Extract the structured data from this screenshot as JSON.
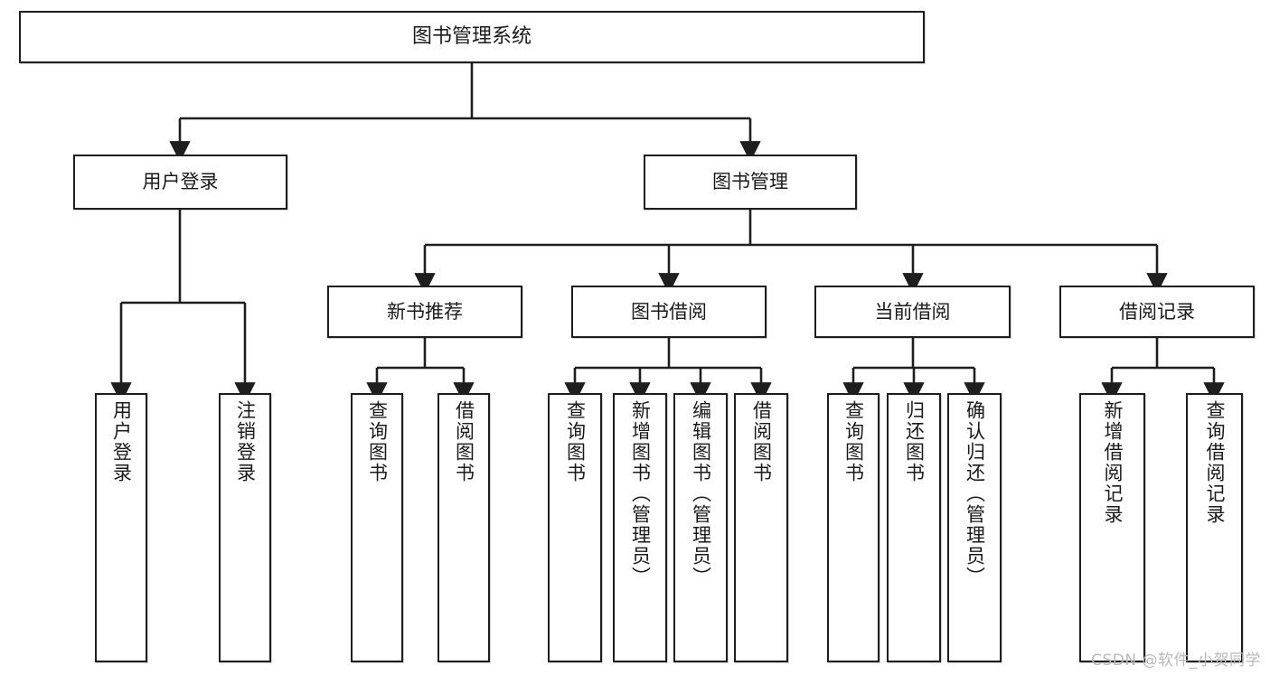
{
  "diagram": {
    "type": "tree-hierarchy-chart",
    "title": "图书管理系统",
    "watermark": "CSDN @软件_小贺同学",
    "colors": {
      "border": "#1e1e1e",
      "background": "#ffffff",
      "text": "#1a1a1a",
      "watermark": "#b9b9b9"
    },
    "nodes": {
      "root": {
        "label": "图书管理系统"
      },
      "level2": [
        {
          "id": "user-login",
          "label": "用户登录"
        },
        {
          "id": "book-manage",
          "label": "图书管理"
        }
      ],
      "level3": [
        {
          "id": "new-book-recommend",
          "label": "新书推荐"
        },
        {
          "id": "book-borrow",
          "label": "图书借阅"
        },
        {
          "id": "current-borrow",
          "label": "当前借阅"
        },
        {
          "id": "borrow-record",
          "label": "借阅记录"
        }
      ],
      "leaves": {
        "user-login": [
          {
            "id": "leaf-user-login",
            "label": "用户登录"
          },
          {
            "id": "leaf-logout",
            "label": "注销登录"
          }
        ],
        "new-book-recommend": [
          {
            "id": "leaf-query-book-1",
            "label": "查询图书"
          },
          {
            "id": "leaf-borrow-book-1",
            "label": "借阅图书"
          }
        ],
        "book-borrow": [
          {
            "id": "leaf-query-book-2",
            "label": "查询图书"
          },
          {
            "id": "leaf-add-book",
            "label": "新增图书（管理员）"
          },
          {
            "id": "leaf-edit-book",
            "label": "编辑图书（管理员）"
          },
          {
            "id": "leaf-borrow-book-2",
            "label": "借阅图书"
          }
        ],
        "current-borrow": [
          {
            "id": "leaf-query-book-3",
            "label": "查询图书"
          },
          {
            "id": "leaf-return-book",
            "label": "归还图书"
          },
          {
            "id": "leaf-confirm-return",
            "label": "确认归还（管理员）"
          }
        ],
        "borrow-record": [
          {
            "id": "leaf-add-record",
            "label": "新增借阅记录"
          },
          {
            "id": "leaf-query-record",
            "label": "查询借阅记录"
          }
        ]
      }
    }
  }
}
